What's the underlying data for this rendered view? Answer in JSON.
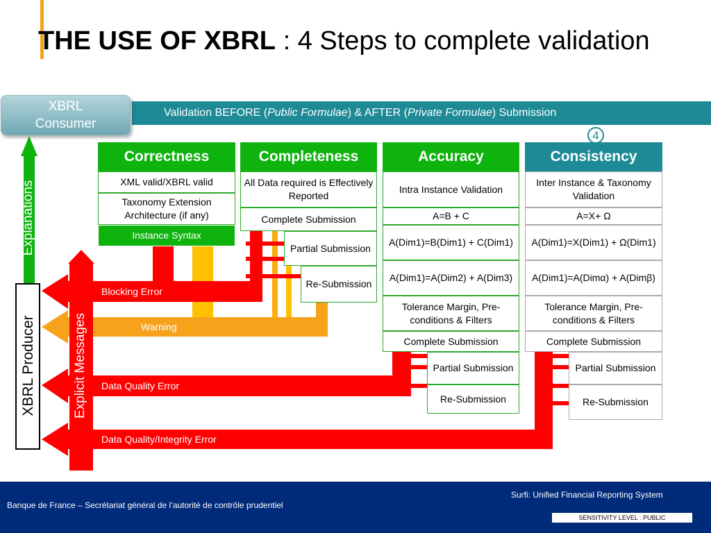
{
  "title": {
    "bold": "THE USE OF XBRL",
    "rest": " : 4 Steps to complete validation"
  },
  "consumer": {
    "line1": "XBRL",
    "line2": "Consumer"
  },
  "banner": {
    "prefix": "Validation BEFORE (",
    "public": "Public Formulae",
    "middle": ")  &  AFTER (",
    "private": "Private Formulae",
    "suffix": ") Submission"
  },
  "step_number": "4",
  "side": {
    "explanations": "Explanations",
    "producer": "XBRL Producer",
    "explicit": "Explicit Messages"
  },
  "errors": {
    "blocking": "Blocking Error",
    "warning": "Warning",
    "data_quality": "Data Quality Error",
    "integrity": "Data Quality/Integrity Error"
  },
  "correctness": {
    "header": "Correctness",
    "items": [
      "XML valid/XBRL valid",
      "Taxonomy Extension Architecture (if any)",
      "Instance Syntax"
    ]
  },
  "completeness": {
    "header": "Completeness",
    "items": [
      "All Data required is Effectively Reported",
      "Complete Submission",
      "Partial Submission",
      "Re-Submission"
    ]
  },
  "accuracy": {
    "header": "Accuracy",
    "items": [
      "Intra Instance Validation",
      "A=B + C",
      "A(Dim1)=B(Dim1) + C(Dim1)",
      "A(Dim1)=A(Dim2) + A(Dim3)",
      "Tolerance Margin, Pre-conditions & Filters",
      "Complete Submission",
      "Partial Submission",
      "Re-Submission"
    ]
  },
  "consistency": {
    "header": "Consistency",
    "items": [
      "Inter Instance & Taxonomy Validation",
      "A=X+ Ω",
      "A(Dim1)=X(Dim1) + Ω(Dim1)",
      "A(Dim1)=A(Dimα) + A(Dimβ)",
      "Tolerance Margin, Pre-conditions & Filters",
      "Complete Submission",
      "Partial Submission",
      "Re-Submission"
    ]
  },
  "footer": {
    "org": "Banque de France – Secrétariat général de  l’autorité de contrôle prudentiel",
    "system": "Surfi: Unified Financial Reporting System",
    "sensitivity": "SENSITIVITY LEVEL : PUBLIC"
  },
  "colors": {
    "green": "#0eb30e",
    "teal": "#1e8a96",
    "red": "#ff0000",
    "orange": "#f7a21b",
    "yellow": "#ffc000",
    "navy": "#002a7a"
  }
}
